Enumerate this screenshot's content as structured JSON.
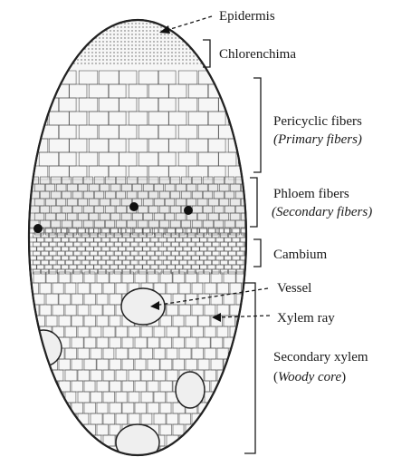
{
  "labels": {
    "epidermis": "Epidermis",
    "chlorenchima": "Chlorenchima",
    "pericyclic_1": "Pericyclic fibers",
    "pericyclic_2": "(Primary fibers)",
    "phloem_1": "Phloem fibers",
    "phloem_2": "(Secondary fibers)",
    "cambium": "Cambium",
    "vessel": "Vessel",
    "xylem_ray": "Xylem ray",
    "secondary_xylem": "Secondary xylem",
    "woody_core_open": "(",
    "woody_core": "Woody core",
    "woody_core_close": ")"
  },
  "colors": {
    "ink": "#1a1a1a",
    "tissue_fill": "#f3f3f3",
    "cell_line": "#555555"
  }
}
